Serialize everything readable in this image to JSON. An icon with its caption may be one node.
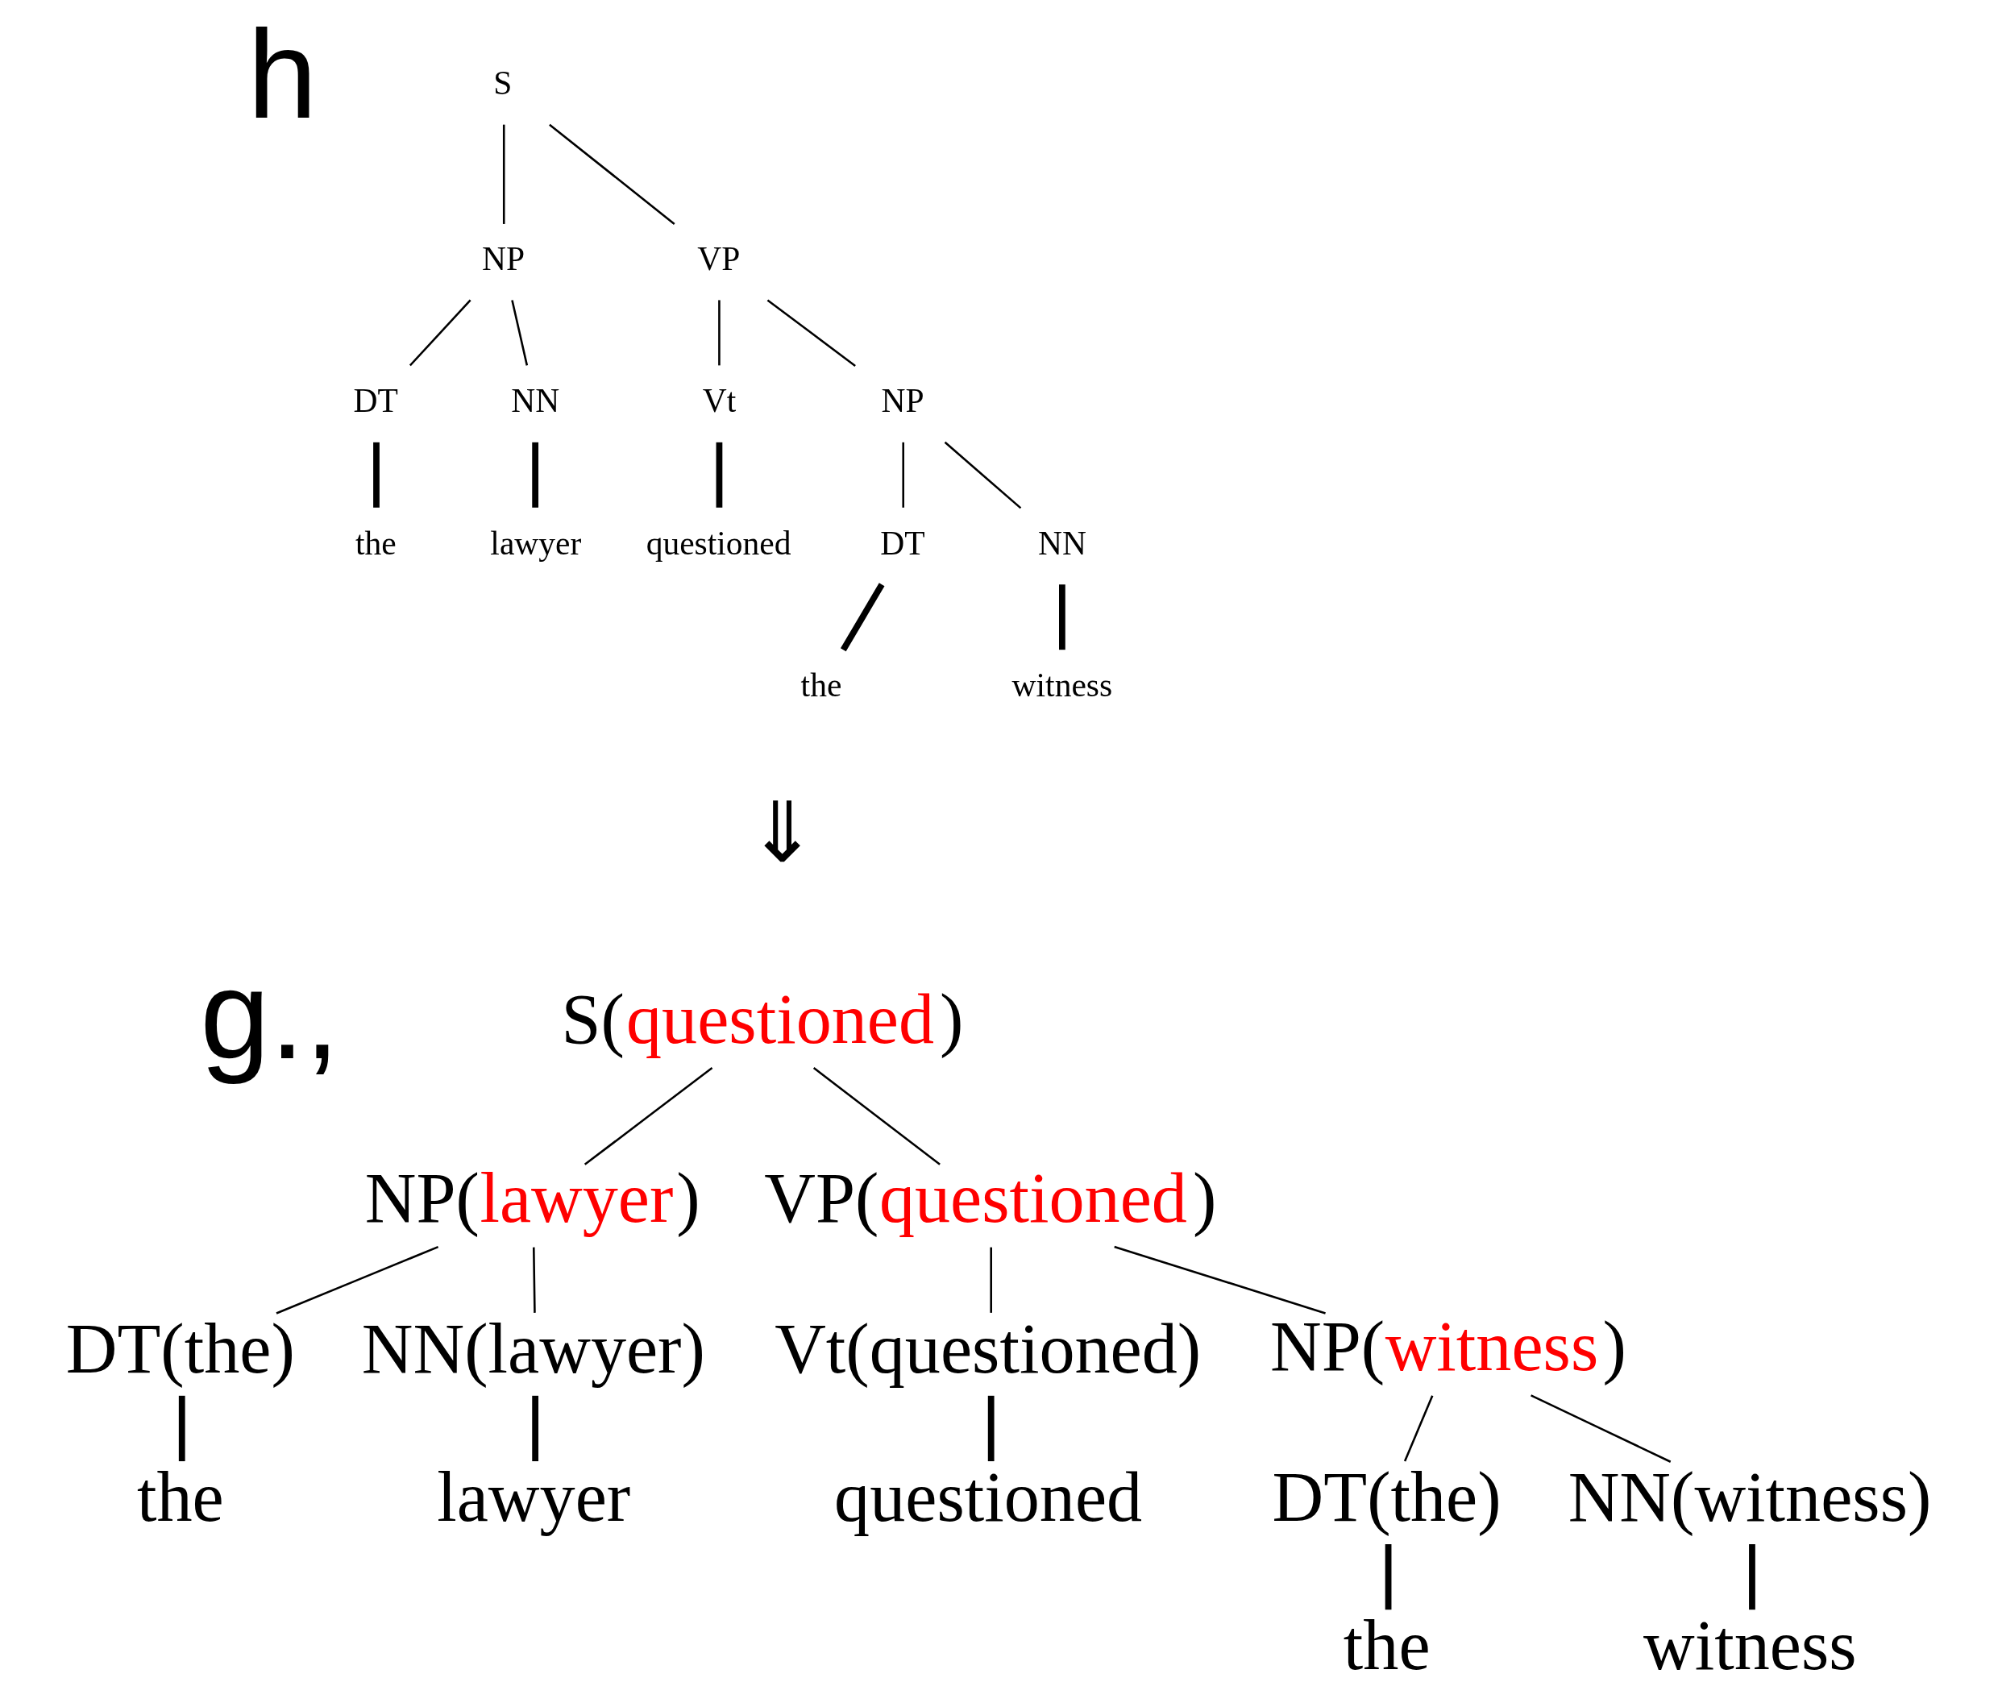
{
  "diagram": {
    "nodes": [
      {
        "text": [
          "S"
        ]
      },
      {
        "text": [
          "NP"
        ]
      },
      {
        "text": [
          "VP"
        ]
      },
      {
        "text": [
          "DT"
        ]
      },
      {
        "text": [
          "NN"
        ]
      },
      {
        "text": [
          "Vt"
        ]
      },
      {
        "text": [
          "NP"
        ]
      },
      {
        "text": [
          "the"
        ]
      },
      {
        "text": [
          "lawyer"
        ]
      },
      {
        "text": [
          "questioned"
        ]
      },
      {
        "text": [
          "DT"
        ]
      },
      {
        "text": [
          "NN"
        ]
      },
      {
        "text": [
          "the"
        ]
      },
      {
        "text": [
          "witness"
        ]
      },
      {
        "text": [
          "S(questioned)"
        ]
      },
      {
        "text": [
          "NP(lawyer)"
        ]
      },
      {
        "text": [
          "VP(questioned)"
        ]
      },
      {
        "text": [
          "DT(the)"
        ]
      },
      {
        "text": [
          "NN(lawyer)"
        ]
      },
      {
        "text": [
          "Vt(questioned)"
        ]
      },
      {
        "text": [
          "NP(witness)"
        ]
      },
      {
        "text": [
          "the"
        ]
      },
      {
        "text": [
          "lawyer"
        ]
      },
      {
        "text": [
          "questioned"
        ]
      },
      {
        "text": [
          "DT(the)"
        ]
      },
      {
        "text": [
          "NN(witness)"
        ]
      },
      {
        "text": [
          "the"
        ]
      },
      {
        "text": [
          "witness"
        ]
      }
    ],
    "edges": [
      {
        "from": 0,
        "to": 1,
        "arrow": "none"
      },
      {
        "from": 0,
        "to": 2,
        "arrow": "none"
      },
      {
        "from": 1,
        "to": 3,
        "arrow": "none"
      },
      {
        "from": 1,
        "to": 4,
        "arrow": "none"
      },
      {
        "from": 2,
        "to": 5,
        "arrow": "none"
      },
      {
        "from": 2,
        "to": 6,
        "arrow": "none"
      },
      {
        "from": 3,
        "to": 7,
        "arrow": "none",
        "style": "thick"
      },
      {
        "from": 4,
        "to": 8,
        "arrow": "none",
        "style": "thick"
      },
      {
        "from": 5,
        "to": 9,
        "arrow": "none",
        "style": "thick"
      },
      {
        "from": 6,
        "to": 10,
        "arrow": "none"
      },
      {
        "from": 6,
        "to": 11,
        "arrow": "none"
      },
      {
        "from": 10,
        "to": 12,
        "arrow": "none",
        "style": "thick"
      },
      {
        "from": 11,
        "to": 13,
        "arrow": "none",
        "style": "thick"
      },
      {
        "from": 14,
        "to": 15,
        "arrow": "none"
      },
      {
        "from": 14,
        "to": 16,
        "arrow": "none"
      },
      {
        "from": 15,
        "to": 17,
        "arrow": "none"
      },
      {
        "from": 15,
        "to": 18,
        "arrow": "none"
      },
      {
        "from": 16,
        "to": 19,
        "arrow": "none"
      },
      {
        "from": 16,
        "to": 20,
        "arrow": "none"
      },
      {
        "from": 17,
        "to": 21,
        "arrow": "none",
        "style": "thick"
      },
      {
        "from": 18,
        "to": 22,
        "arrow": "none",
        "style": "thick"
      },
      {
        "from": 19,
        "to": 23,
        "arrow": "none",
        "style": "thick"
      },
      {
        "from": 20,
        "to": 24,
        "arrow": "none"
      },
      {
        "from": 20,
        "to": 25,
        "arrow": "none"
      },
      {
        "from": 24,
        "to": 26,
        "arrow": "none",
        "style": "thick"
      },
      {
        "from": 25,
        "to": 27,
        "arrow": "none",
        "style": "thick"
      }
    ],
    "labels": [
      "h",
      "⇓",
      "g.,"
    ]
  }
}
